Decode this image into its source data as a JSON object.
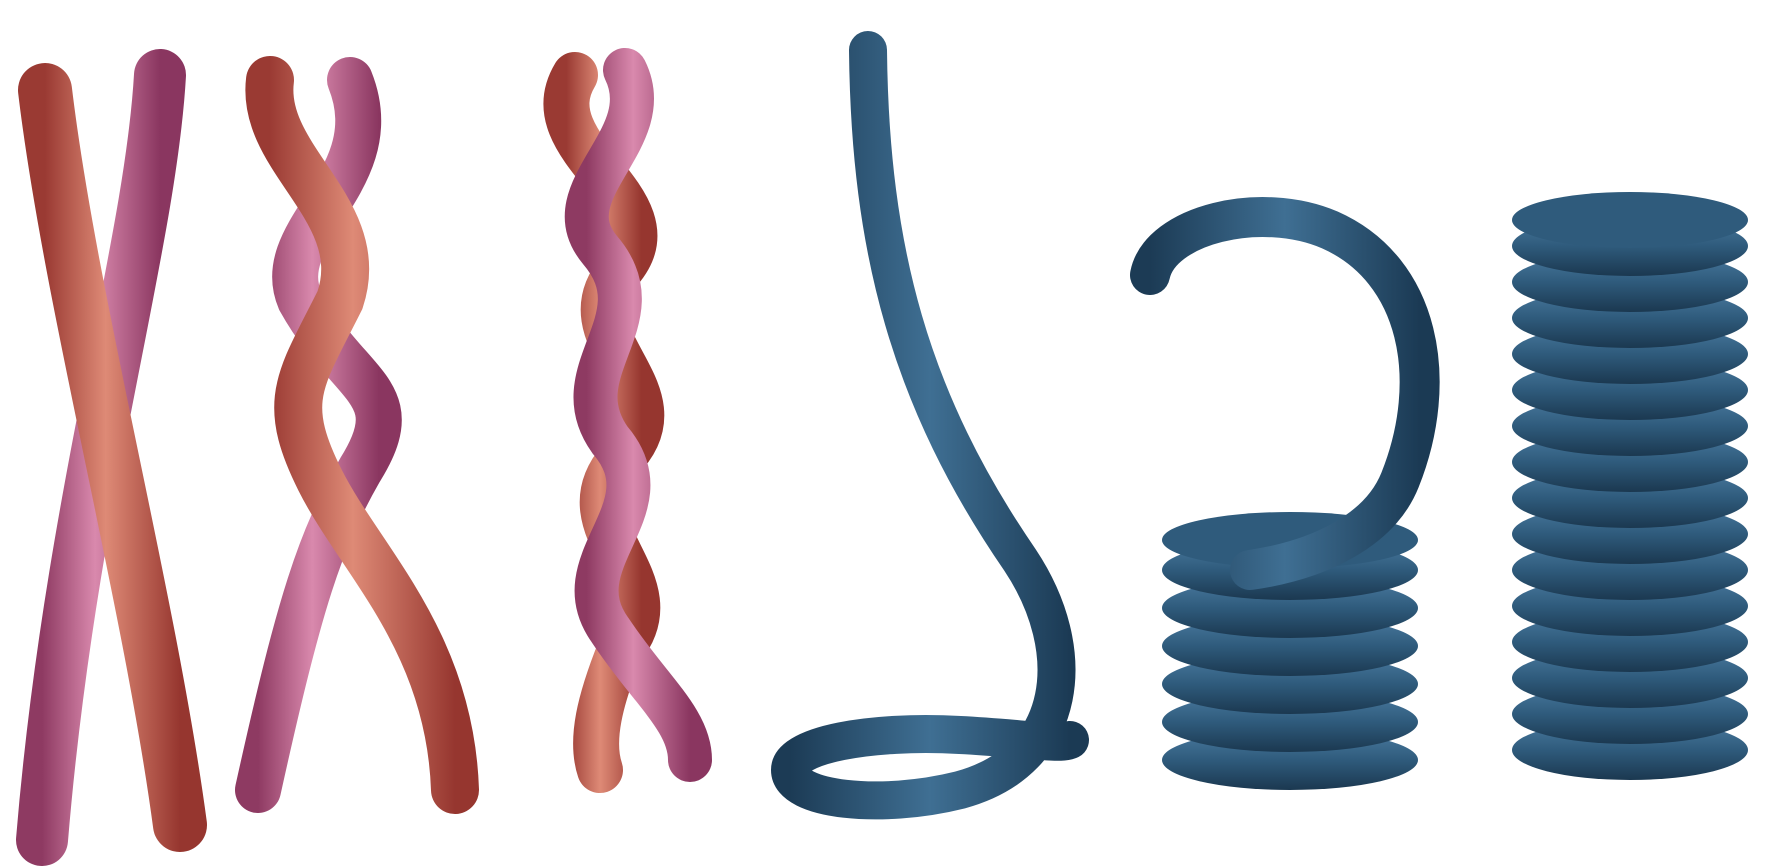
{
  "figure": {
    "panels": [
      {
        "id": "crossed-strands",
        "colors": [
          "#b8507a",
          "#c05a55"
        ]
      },
      {
        "id": "loosely-twisted-strands",
        "colors": [
          "#b0507e",
          "#c25a48"
        ]
      },
      {
        "id": "tightly-twisted-strands",
        "colors": [
          "#b0507e",
          "#c25a48"
        ]
      },
      {
        "id": "uncoiled-thread",
        "colors": [
          "#2e5878"
        ]
      },
      {
        "id": "partially-coiled-thread",
        "colors": [
          "#2e5878"
        ]
      },
      {
        "id": "fully-coiled-spiral",
        "colors": [
          "#2e5878"
        ]
      }
    ],
    "palette": {
      "pink_strand": "#b3507c",
      "red_strand": "#c45a4c",
      "blue_thread": "#2f5b7c",
      "blue_dark": "#1e3f5a",
      "background": "#ffffff"
    }
  }
}
